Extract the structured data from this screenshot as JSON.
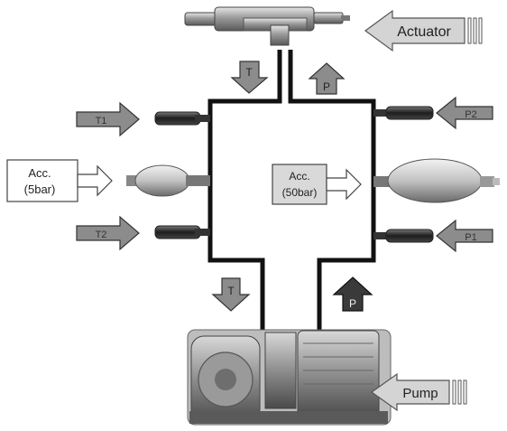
{
  "labels": {
    "actuator": "Actuator",
    "pump": "Pump",
    "acc_low_line1": "Acc.",
    "acc_low_line2": "(5bar)",
    "acc_high_line1": "Acc.",
    "acc_high_line2": "(50bar)",
    "flow_t": "T",
    "flow_p": "P",
    "sensor_t1": "T1",
    "sensor_t2": "T2",
    "sensor_p1": "P1",
    "sensor_p2": "P2"
  },
  "colors": {
    "line": "#111111",
    "arrow_fill": "#8c8c8c",
    "arrow_dark": "#3a3a3a",
    "label_arrow_fill": "#d4d4d4",
    "component": "#6e6e6e"
  }
}
